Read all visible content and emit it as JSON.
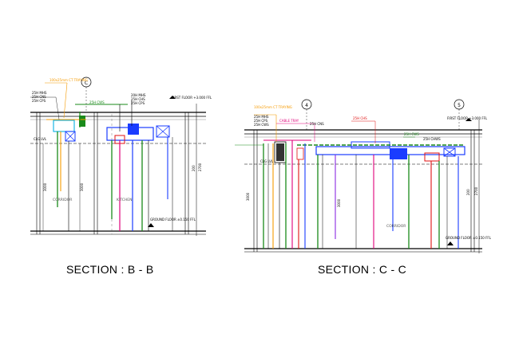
{
  "captions": {
    "section_bb": "SECTION : B - B",
    "section_cc": "SECTION : C - C"
  },
  "section_bb": {
    "grid_marker": "C",
    "callouts": [
      "100x25mm CT TRAYING",
      "25H MHS",
      "25H CNS",
      "25H CPS",
      "25H CWS",
      "20H MHS",
      "25H CHS",
      "25H CPS",
      "CLG LVL"
    ],
    "level": "FIRST FLOOR +3.000 FFL",
    "ground": "GROUND FLOOR ±0.150 FFL",
    "rooms": [
      "CORRIDOR",
      "KITCHEN"
    ],
    "dims": [
      "3000",
      "3000",
      "200",
      "2700"
    ]
  },
  "section_cc": {
    "grid_markers": [
      "4",
      "5"
    ],
    "callouts": [
      "100x25mm CT TRAYING",
      "25H MHS",
      "25H CPS",
      "25H CWS",
      "25H CNS",
      "CABLE TRAY",
      "25H CHS",
      "25H CWS",
      "25H CHWS",
      "CLG LVL"
    ],
    "level": "FIRST FLOOR +3.000 FFL",
    "ground": "GROUND FLOOR ±0.150 FFL",
    "rooms": [
      "CORRIDOR"
    ],
    "dims": [
      "3000",
      "3000",
      "200",
      "2700"
    ]
  },
  "colors": {
    "green": "#1a8a1a",
    "orange": "#f59a00",
    "magenta": "#e0007a",
    "blue": "#1a3cff",
    "cyan": "#19b6e6",
    "red": "#e01010",
    "purple": "#8a2be2",
    "black": "#000000"
  }
}
